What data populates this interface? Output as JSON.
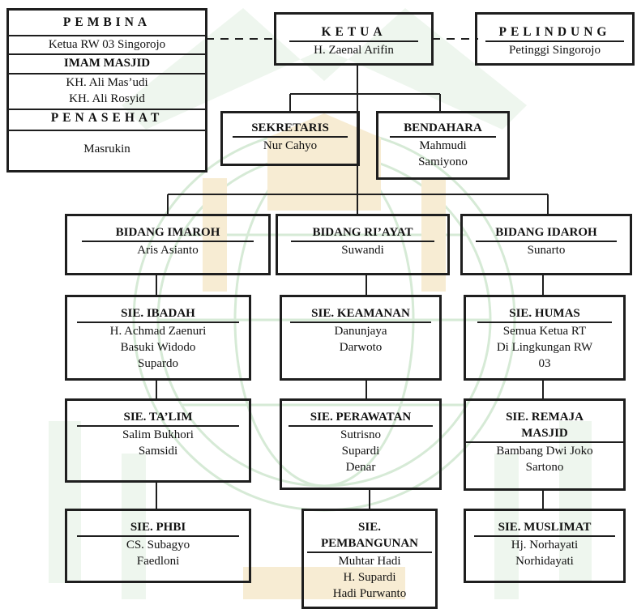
{
  "pembina": {
    "title": "PEMBINA",
    "member": "Ketua RW 03 Singorojo",
    "imam_title": "IMAM MASJID",
    "imam": [
      "KH. Ali Mas’udi",
      "KH. Ali Rosyid"
    ],
    "penasehat_title": "PENASEHAT",
    "penasehat": "Masrukin"
  },
  "ketua": {
    "title": "KETUA",
    "members": [
      "H. Zaenal Arifin"
    ]
  },
  "pelindung": {
    "title": "PELINDUNG",
    "members": [
      "Petinggi Singorojo"
    ]
  },
  "sekretaris": {
    "title": "SEKRETARIS",
    "members": [
      "Nur Cahyo"
    ]
  },
  "bendahara": {
    "title": "BENDAHARA",
    "members": [
      "Mahmudi",
      "Samiyono"
    ]
  },
  "bidang_imaroh": {
    "title": "BIDANG IMAROH",
    "members": [
      "Aris Asianto"
    ]
  },
  "bidang_riayat": {
    "title": "BIDANG RI’AYAT",
    "members": [
      "Suwandi"
    ]
  },
  "bidang_idaroh": {
    "title": "BIDANG IDAROH",
    "members": [
      "Sunarto"
    ]
  },
  "sie_ibadah": {
    "title": "SIE. IBADAH",
    "members": [
      "H. Achmad Zaenuri",
      "Basuki Widodo",
      "Supardo"
    ]
  },
  "sie_keamanan": {
    "title": "SIE. KEAMANAN",
    "members": [
      "Danunjaya",
      "Darwoto"
    ]
  },
  "sie_humas": {
    "title": "SIE. HUMAS",
    "members": [
      "Semua Ketua RT",
      "Di Lingkungan RW",
      "03"
    ]
  },
  "sie_talim": {
    "title": "SIE. TA’LIM",
    "members": [
      "Salim Bukhori",
      "Samsidi"
    ]
  },
  "sie_perawatan": {
    "title": "SIE. PERAWATAN",
    "members": [
      "Sutrisno",
      "Supardi",
      "Denar"
    ]
  },
  "sie_remaja": {
    "title": [
      "SIE. REMAJA",
      "MASJID"
    ],
    "members": [
      "Bambang Dwi Joko",
      "Sartono"
    ]
  },
  "sie_phbi": {
    "title": "SIE. PHBI",
    "members": [
      "CS. Subagyo",
      "Faedloni"
    ]
  },
  "sie_pembangunan": {
    "title": [
      "SIE.",
      "PEMBANGUNAN"
    ],
    "members": [
      "Muhtar Hadi",
      "H. Supardi",
      "Hadi Purwanto"
    ]
  },
  "sie_muslimat": {
    "title": "SIE. MUSLIMAT",
    "members": [
      "Hj. Norhayati",
      "Norhidayati"
    ]
  },
  "colors": {
    "border": "#1e1e1e",
    "watermark_green": "#cfe5cf",
    "watermark_gold": "#f3e3c0"
  }
}
